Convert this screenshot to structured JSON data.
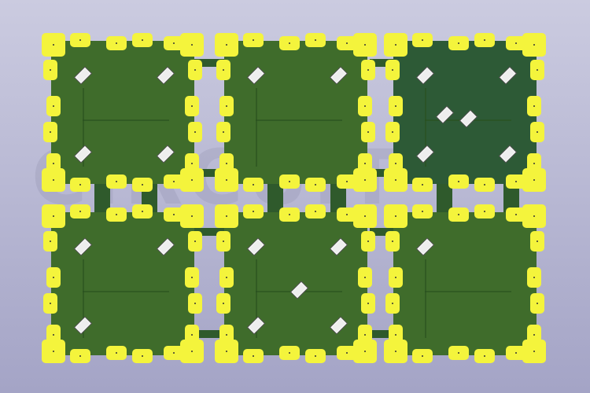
{
  "watermark": "CIRCUIT",
  "colors": {
    "board": "#3f6c2b",
    "board_dark": "#2d5a36",
    "pad": "#f4f43c",
    "tab": "#2f5a2c"
  },
  "boards": [
    {
      "name": "board-top-left",
      "variant": "light",
      "parts": 4
    },
    {
      "name": "board-top-middle",
      "variant": "light",
      "parts": 2
    },
    {
      "name": "board-top-right",
      "variant": "dark",
      "parts": 6
    },
    {
      "name": "board-bottom-left",
      "variant": "light",
      "parts": 3
    },
    {
      "name": "board-bottom-middle",
      "variant": "light",
      "parts": 5
    },
    {
      "name": "board-bottom-right",
      "variant": "light",
      "parts": 1
    }
  ]
}
